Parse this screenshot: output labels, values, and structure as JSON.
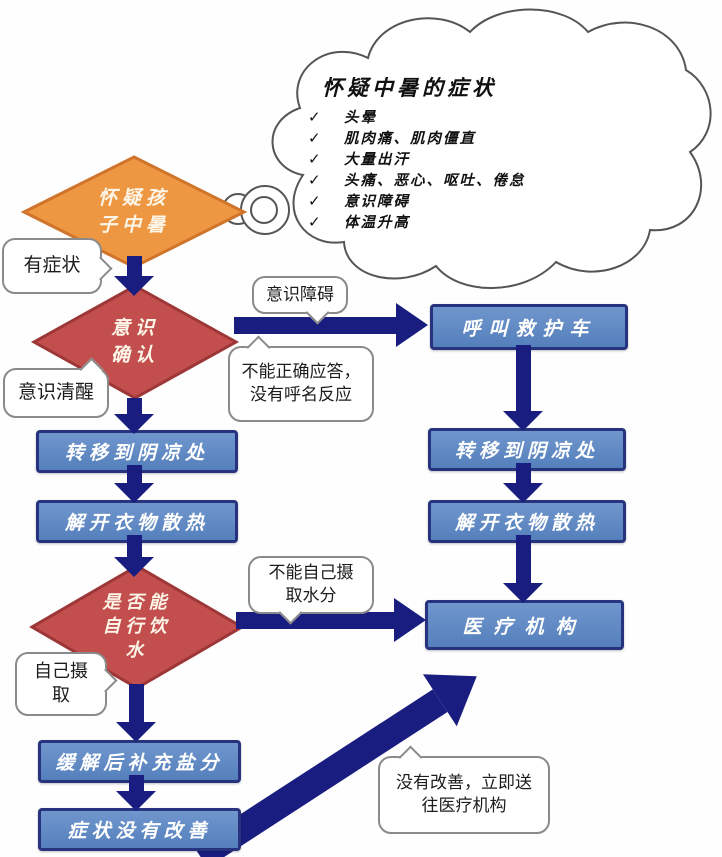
{
  "colors": {
    "orange_fill": "#ee9742",
    "orange_border": "#cf742a",
    "red_fill": "#c24e4e",
    "red_border": "#9d3737",
    "blue_fill_top": "#7096cd",
    "blue_fill_bottom": "#5580bc",
    "blue_border": "#27337f",
    "arrow": "#1a1d80",
    "bubble_border": "#8a8a8a"
  },
  "cloud": {
    "title": "怀疑中暑的症状",
    "check_glyph": "✓",
    "symptoms": [
      "头晕",
      "肌肉痛、肌肉僵直",
      "大量出汗",
      "头痛、恶心、呕吐、倦怠",
      "意识障碍",
      "体温升高"
    ]
  },
  "diamonds": {
    "suspect": "怀疑孩\n子中暑",
    "consciousness": "意识\n确认",
    "drink": "是否能\n自行饮\n水"
  },
  "boxes": {
    "call_ambulance": "呼叫救护车",
    "move_shade_left": "转移到阴凉处",
    "loosen_left": "解开衣物散热",
    "move_shade_right": "转移到阴凉处",
    "loosen_right": "解开衣物散热",
    "medical": "医疗机构",
    "salt": "缓解后补充盐分",
    "no_improve": "症状没有改善"
  },
  "bubbles": {
    "has_symptoms": "有症状",
    "conscious_disorder": "意识障碍",
    "conscious_clear": "意识清醒",
    "no_answer": "不能正确应答，\n没有呼名反应",
    "cannot_drink": "不能自己摄\n取水分",
    "self_intake": "自己摄\n取",
    "no_improve_send": "没有改善，立即送\n往医疗机构"
  }
}
